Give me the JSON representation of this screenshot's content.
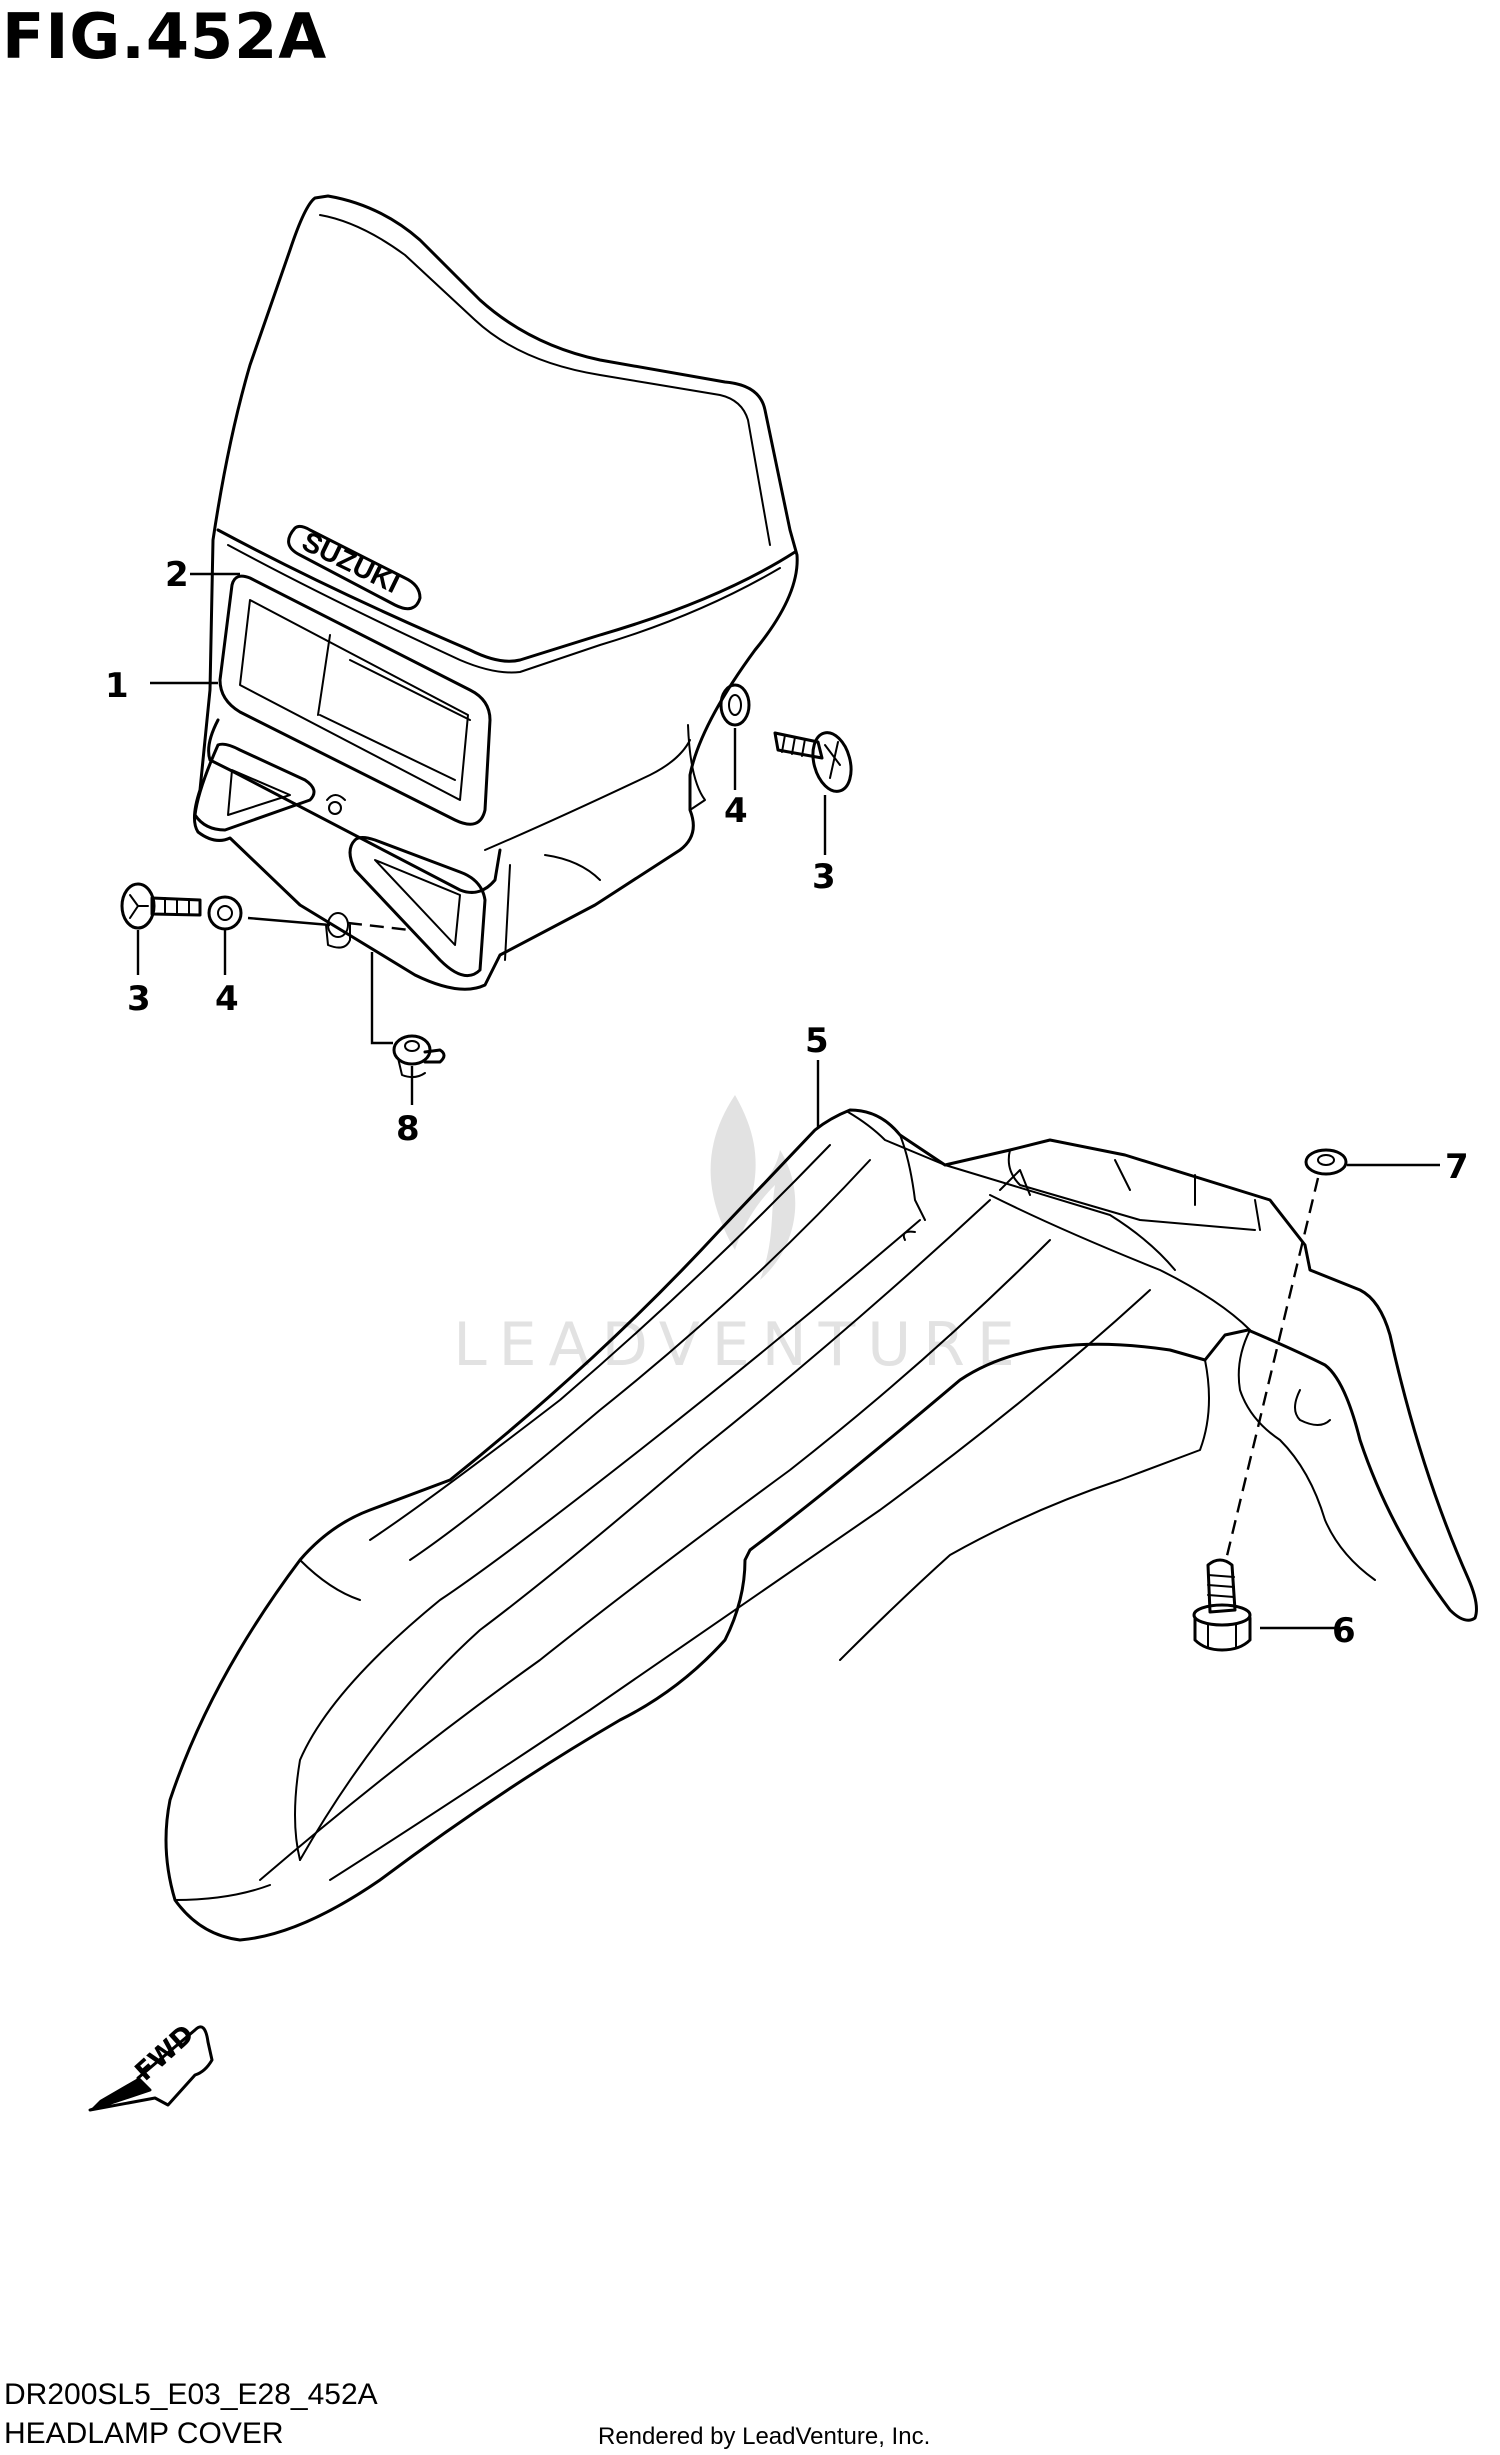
{
  "figure": {
    "title": "FIG.452A",
    "code": "DR200SL5_E03_E28_452A",
    "name": "HEADLAMP COVER",
    "rendered_by": "Rendered by LeadVenture, Inc."
  },
  "watermark": {
    "text": "LEADVENTURE"
  },
  "labels": {
    "brand_logo": "SUZUKI",
    "fwd": "FWD"
  },
  "callouts": {
    "c1": "1",
    "c2": "2",
    "c3a": "3",
    "c4a": "4",
    "c3b": "3",
    "c4b": "4",
    "c5": "5",
    "c6": "6",
    "c7": "7",
    "c8": "8"
  }
}
